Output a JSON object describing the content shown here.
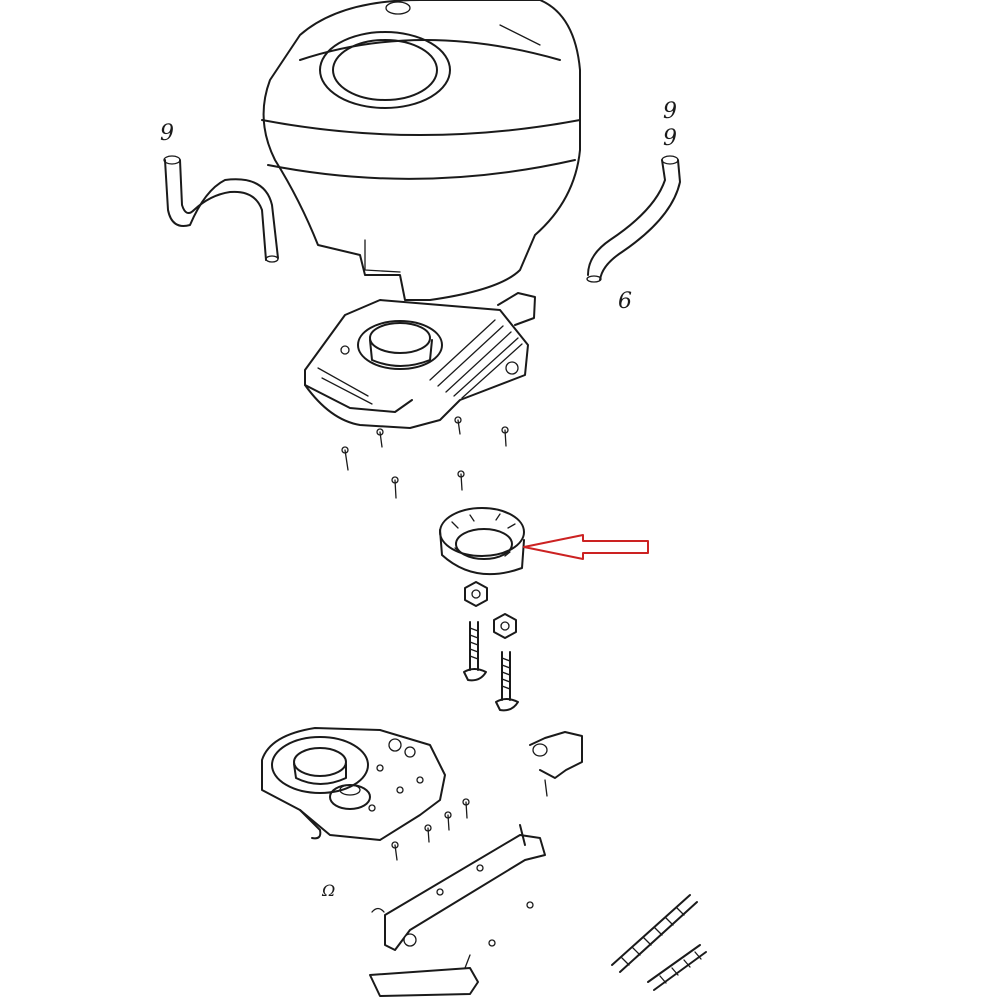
{
  "diagram": {
    "callout_labels": {
      "left_hose": "9",
      "right_hose_top": "9",
      "right_hose_second": "9",
      "right_hose_bottom": "6",
      "small_clip": "Ω"
    },
    "colors": {
      "line": "#1a1a1a",
      "arrow": "#cc2222",
      "background": "#ffffff"
    }
  }
}
